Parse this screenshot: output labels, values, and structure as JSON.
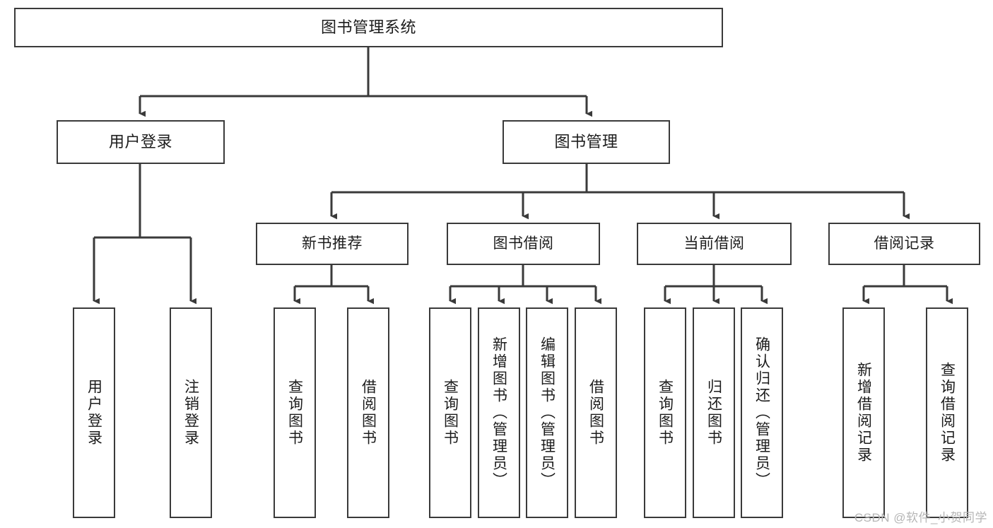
{
  "diagram": {
    "title": "图书管理系统",
    "watermark": "CSDN @软件_小贺同学",
    "type": "tree-hierarchy-chart",
    "colors": {
      "node_border": "#3a3a3a",
      "node_fill": "#ffffff",
      "edge": "#3a3a3a",
      "text": "#1c1c1c",
      "watermark": "#b6b6b6",
      "background": "#ffffff"
    },
    "root": {
      "label": "图书管理系统"
    },
    "level1": [
      {
        "label": "用户登录"
      },
      {
        "label": "图书管理"
      }
    ],
    "user_login_children": [
      {
        "label": "用户登录"
      },
      {
        "label": "注销登录"
      }
    ],
    "level2": [
      {
        "label": "新书推荐"
      },
      {
        "label": "图书借阅"
      },
      {
        "label": "当前借阅"
      },
      {
        "label": "借阅记录"
      }
    ],
    "new_book_children": [
      {
        "label": "查询图书"
      },
      {
        "label": "借阅图书"
      }
    ],
    "borrow_book_children": [
      {
        "label": "查询图书"
      },
      {
        "label": "新增图书（管理员）"
      },
      {
        "label": "编辑图书（管理员）"
      },
      {
        "label": "借阅图书"
      }
    ],
    "current_borrow_children": [
      {
        "label": "查询图书"
      },
      {
        "label": "归还图书"
      },
      {
        "label": "确认归还（管理员）"
      }
    ],
    "borrow_record_children": [
      {
        "label": "新增借阅记录"
      },
      {
        "label": "查询借阅记录"
      }
    ]
  }
}
